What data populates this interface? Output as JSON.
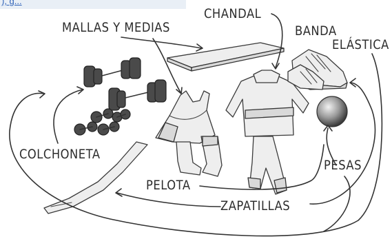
{
  "header": {
    "link_fragment": "), g..."
  },
  "labels": {
    "mallas_y_medias": "MALLAS Y MEDIAS",
    "chandal": "CHANDAL",
    "banda": "BANDA",
    "elastica": "ELÁSTICA",
    "colchoneta": "COLCHONETA",
    "pesas": "PESAS",
    "pelota": "PELOTA",
    "zapatillas": "ZAPATILLAS"
  },
  "illustration": {
    "items": [
      "dumbbells",
      "weights",
      "mat",
      "leotard",
      "stockings",
      "tracksuit",
      "sneakers",
      "ball",
      "elastic-band"
    ],
    "style": "pencil sketch",
    "ink_color": "#333333"
  }
}
